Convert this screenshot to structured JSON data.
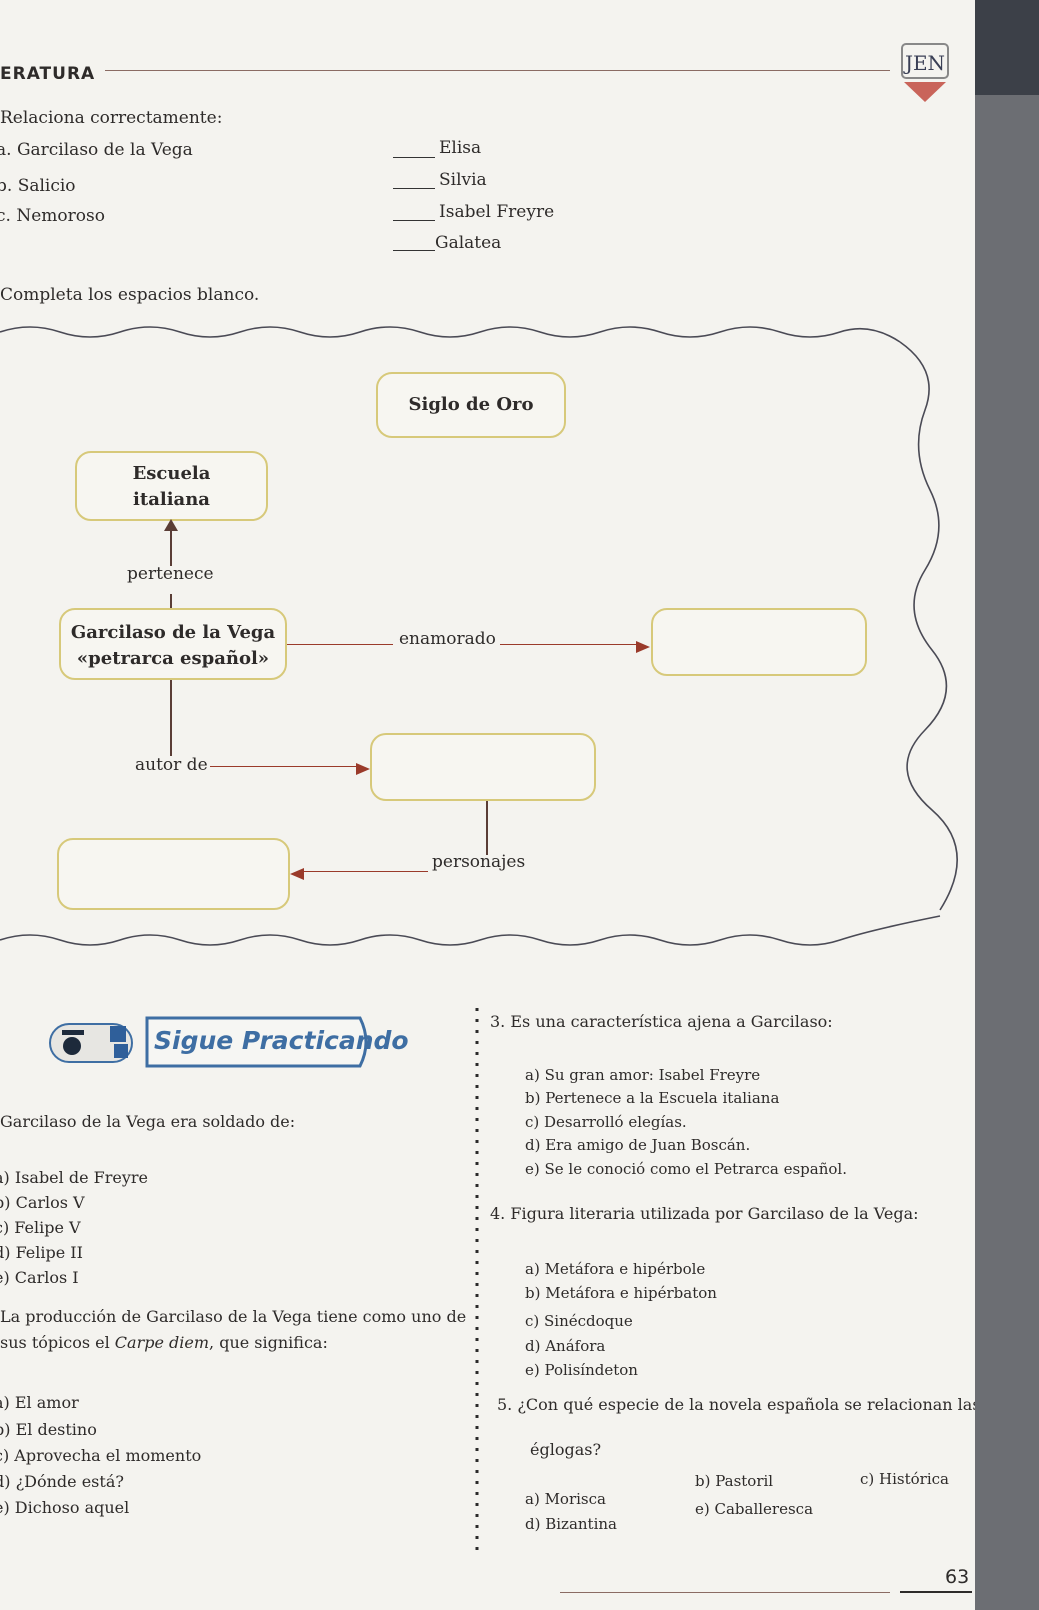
{
  "header": {
    "section": "ERATURA",
    "logo": "JEN"
  },
  "q1": {
    "title": "Relaciona correctamente:",
    "left": [
      "a. Garcilaso de la Vega",
      "b. Salicio",
      "c. Nemoroso"
    ],
    "right": [
      "Elisa",
      "Silvia",
      "Isabel Freyre",
      "Galatea"
    ]
  },
  "q2": {
    "title": "Completa los espacios blanco."
  },
  "diagram": {
    "siglo": "Siglo de Oro",
    "escuela_1": "Escuela",
    "escuela_2": "italiana",
    "pertenece": "pertenece",
    "garcilaso_1": "Garcilaso de la Vega",
    "garcilaso_2": "«petrarca español»",
    "enamorado": "enamorado",
    "autor": "autor de",
    "personajes": "personajes"
  },
  "badge": {
    "label": "Sigue Practicando"
  },
  "p1": {
    "question": "Garcilaso de la Vega  era soldado de:",
    "options": [
      "a) Isabel de Freyre",
      "b) Carlos V",
      "c) Felipe V",
      "d) Felipe II",
      "e) Carlos I"
    ]
  },
  "p2": {
    "line1": "La producción de Garcilaso de la Vega tiene como uno de",
    "line2_a": "sus tópicos el ",
    "line2_em": "Carpe diem",
    "line2_b": ", que significa:",
    "options": [
      "a) El amor",
      "b) El destino",
      "c) Aprovecha el momento",
      "d) ¿Dónde está?",
      "e) Dichoso aquel"
    ]
  },
  "p3": {
    "question": "3.   Es una característica ajena a Garcilaso:",
    "options": [
      "a) Su gran amor: Isabel Freyre",
      "b) Pertenece a la Escuela italiana",
      "c) Desarrolló  elegías.",
      "d) Era amigo de Juan Boscán.",
      "e) Se le conoció como el Petrarca español."
    ]
  },
  "p4": {
    "question": "4.   Figura literaria utilizada por Garcilaso de la Vega:",
    "options": [
      "a) Metáfora e  hipérbole",
      "b) Metáfora e hipérbaton",
      "c) Sinécdoque",
      "d) Anáfora",
      "e) Polisíndeton"
    ]
  },
  "p5": {
    "line1": "5.   ¿Con qué especie de la novela española se relacionan las",
    "line2": "églogas?",
    "options": [
      "a) Morisca",
      "b) Pastoril",
      "c) Histórica",
      "d) Bizantina",
      "e) Caballeresca"
    ]
  },
  "page_number": "63"
}
